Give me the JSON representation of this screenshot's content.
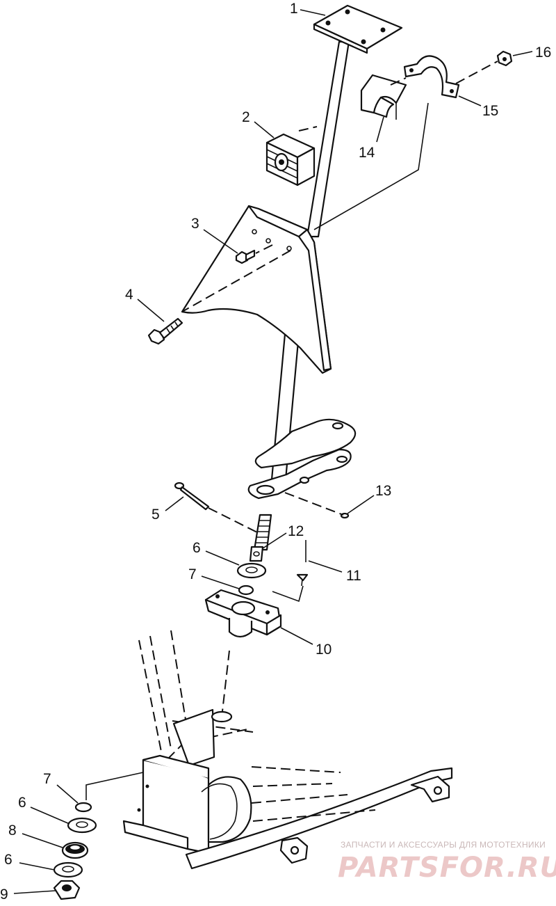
{
  "callouts": [
    {
      "id": "1",
      "text": "1"
    },
    {
      "id": "2",
      "text": "2"
    },
    {
      "id": "3",
      "text": "3"
    },
    {
      "id": "4",
      "text": "4"
    },
    {
      "id": "5",
      "text": "5"
    },
    {
      "id": "6a",
      "text": "6"
    },
    {
      "id": "7a",
      "text": "7"
    },
    {
      "id": "12",
      "text": "12"
    },
    {
      "id": "11",
      "text": "11"
    },
    {
      "id": "13",
      "text": "13"
    },
    {
      "id": "10",
      "text": "10"
    },
    {
      "id": "14",
      "text": "14"
    },
    {
      "id": "15",
      "text": "15"
    },
    {
      "id": "16",
      "text": "16"
    },
    {
      "id": "7b",
      "text": "7"
    },
    {
      "id": "6b",
      "text": "6"
    },
    {
      "id": "8",
      "text": "8"
    },
    {
      "id": "6c",
      "text": "6"
    },
    {
      "id": "9",
      "text": "9"
    }
  ],
  "watermark": {
    "tagline": "ЗАПЧАСТИ И АКСЕССУАРЫ ДЛЯ МОТОТЕХНИКИ",
    "brand": "PARTSFOR.RU"
  },
  "colors": {
    "line": "#111111",
    "background": "#ffffff",
    "watermark": "#ecc8c8"
  }
}
